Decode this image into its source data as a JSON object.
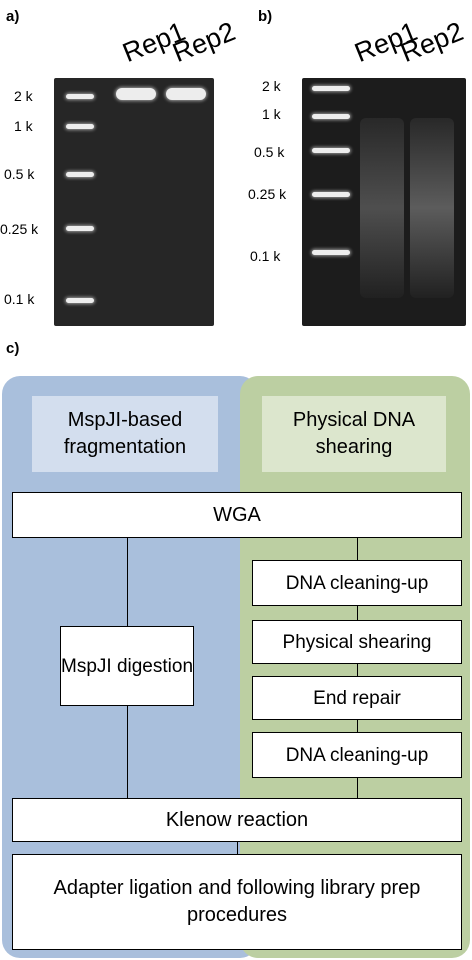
{
  "panel_a": {
    "label": "a)",
    "lanes": [
      "Rep1",
      "Rep2"
    ],
    "ladder": [
      "2 k",
      "1 k",
      "0.5 k",
      "0.25 k",
      "0.1 k"
    ]
  },
  "panel_b": {
    "label": "b)",
    "lanes": [
      "Rep1",
      "Rep2"
    ],
    "ladder": [
      "2 k",
      "1 k",
      "0.5 k",
      "0.25 k",
      "0.1 k"
    ]
  },
  "panel_c": {
    "label": "c)",
    "left_header": "MspJI-based fragmentation",
    "right_header": "Physical DNA shearing",
    "wga": "WGA",
    "mspji_digestion": "MspJI digestion",
    "dna_cleaning_1": "DNA cleaning-up",
    "physical_shearing": "Physical shearing",
    "end_repair": "End repair",
    "dna_cleaning_2": "DNA cleaning-up",
    "klenow": "Klenow reaction",
    "adapter": "Adapter ligation and following library prep procedures"
  },
  "colors": {
    "left_region": "#a9bfdc",
    "right_region": "#bccfa2",
    "gel_background": "#262626"
  }
}
